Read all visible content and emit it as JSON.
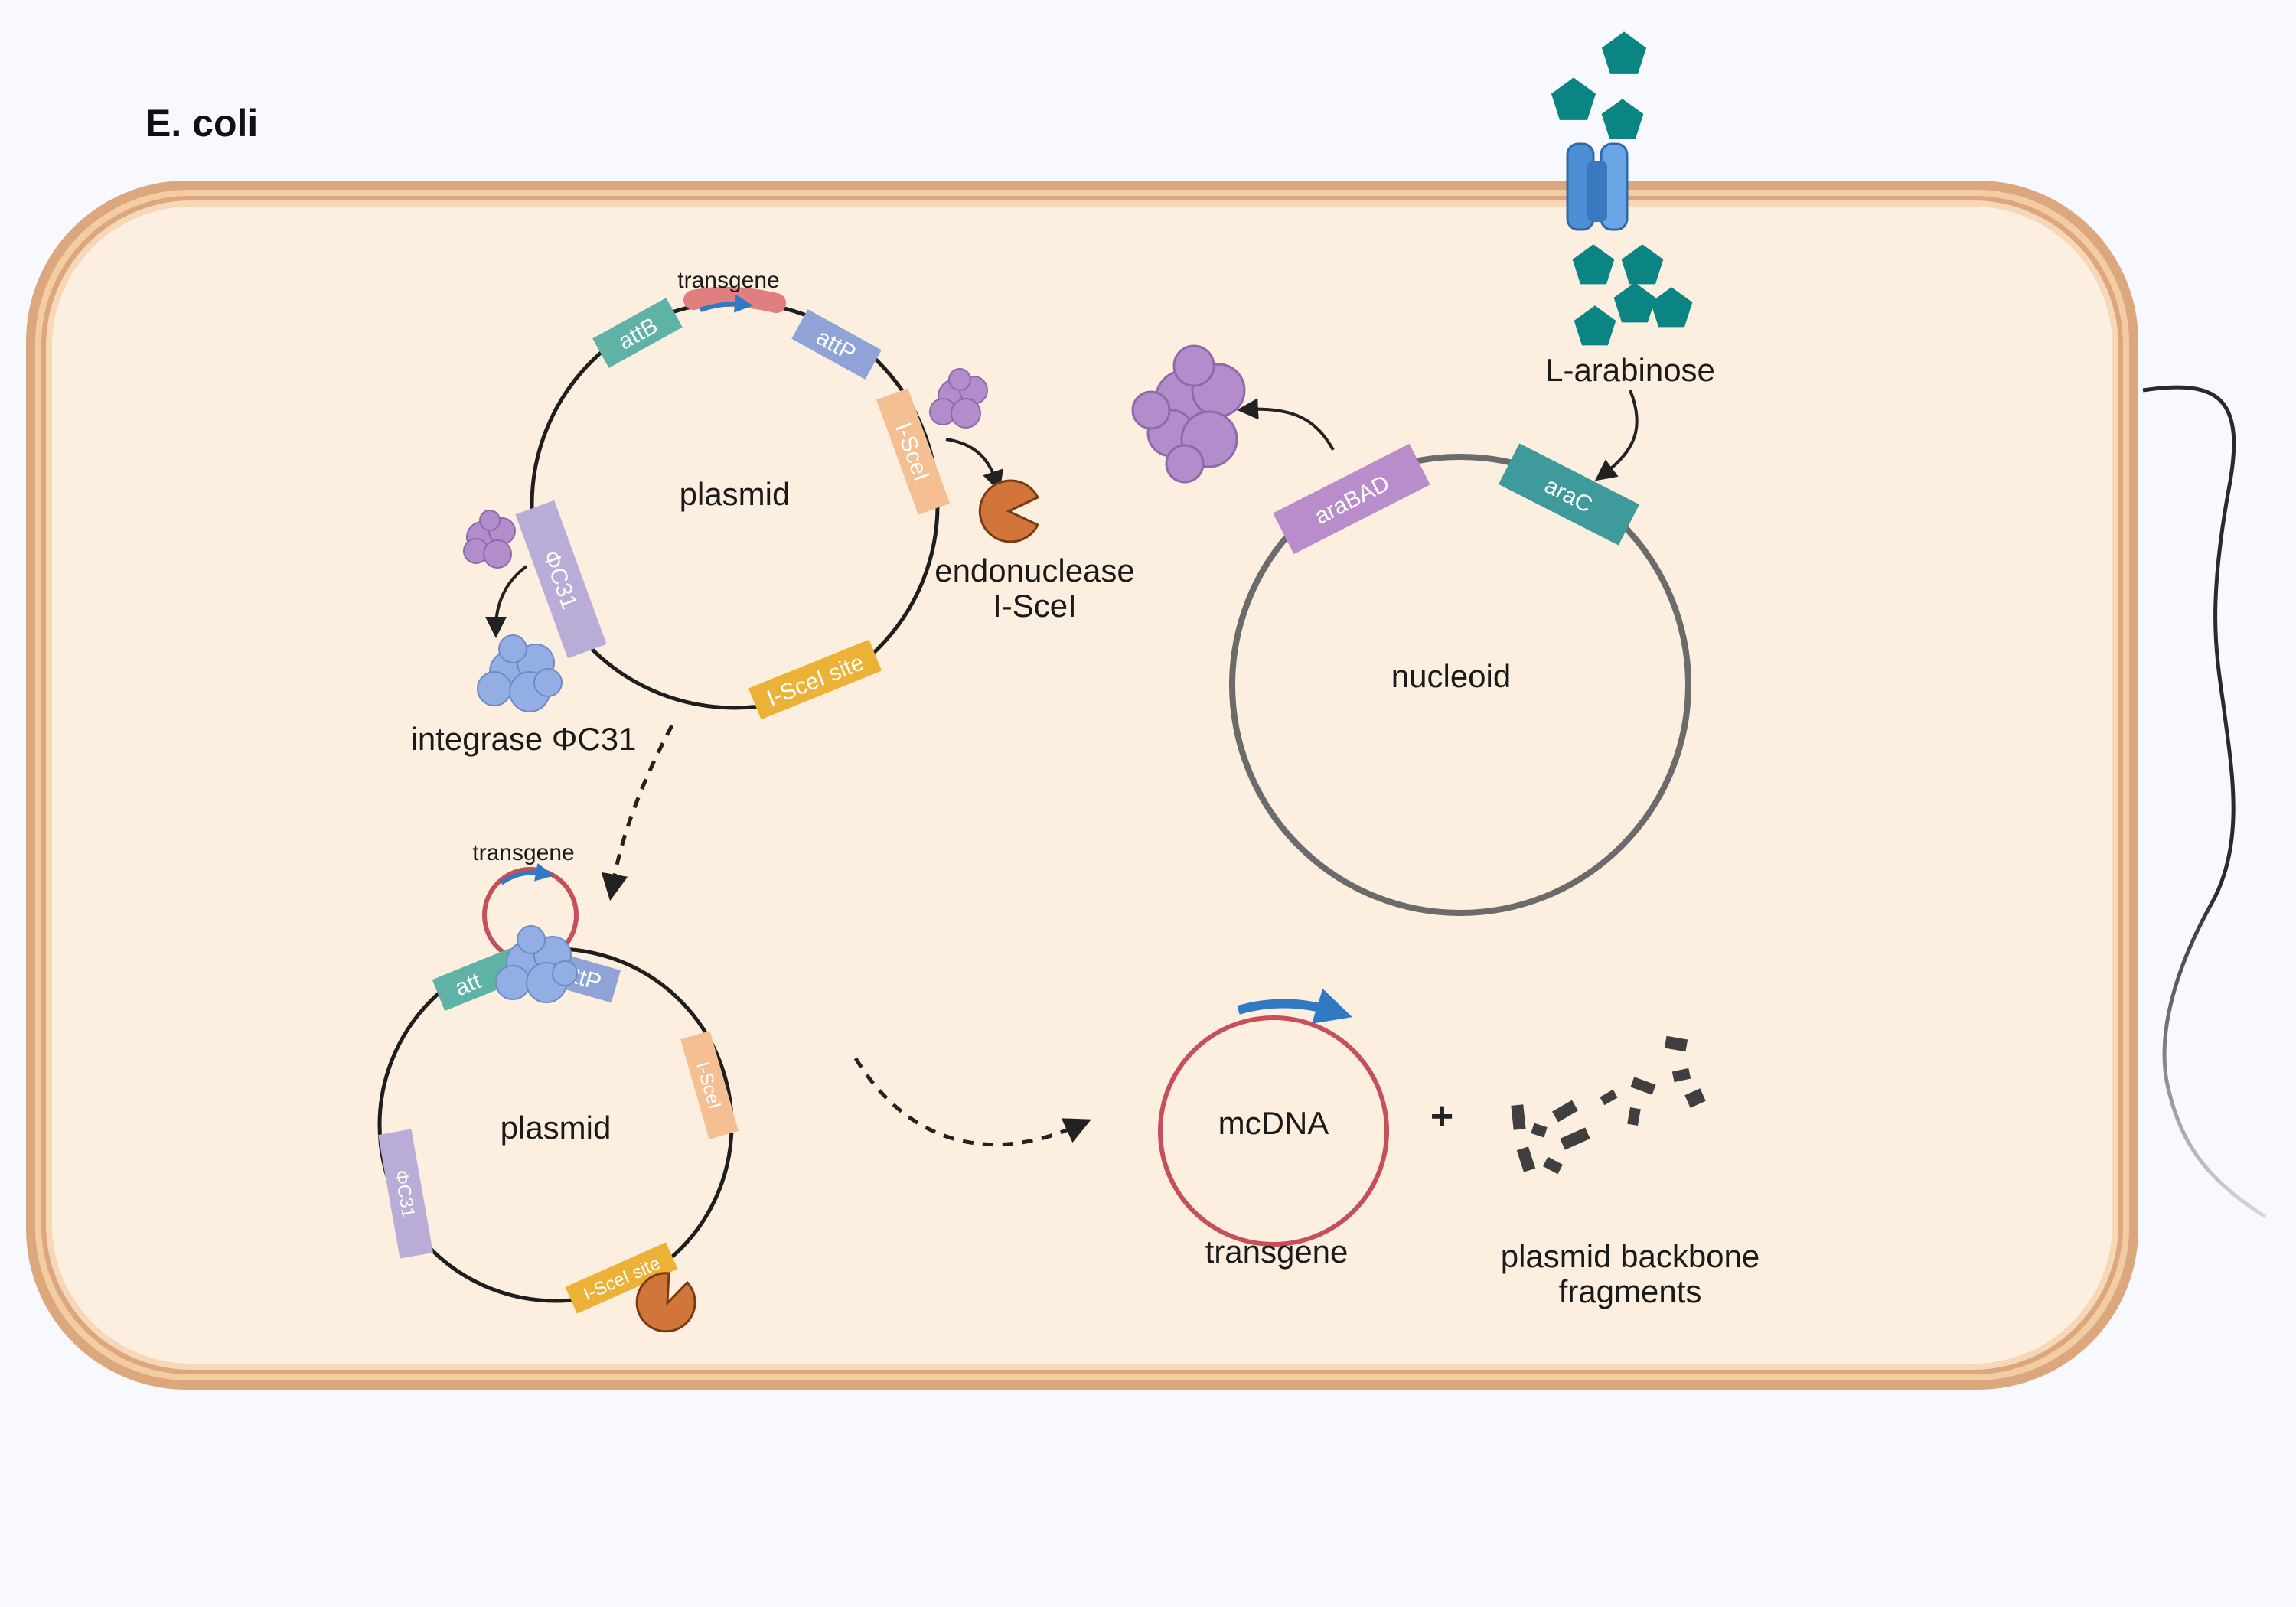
{
  "cell": {
    "title": "E. coli",
    "membrane_color": "#dca77c",
    "cytoplasm_color": "#fdefdf"
  },
  "plasmid_top": {
    "label": "plasmid",
    "transgene": "transgene",
    "attB": "attB",
    "attP": "attP",
    "iscei": "I-SceI",
    "iscei_site": "I-SceI site",
    "phic31": "ΦC31"
  },
  "enzymes": {
    "endonuclease_line1": "endonuclease",
    "endonuclease_line2": "I-SceI",
    "integrase": "integrase ΦC31"
  },
  "nucleoid": {
    "label": "nucleoid",
    "araBAD": "araBAD",
    "araC": "araC"
  },
  "inducer": {
    "label": "L-arabinose",
    "color": "#0b8584"
  },
  "plasmid_bottom": {
    "label": "plasmid",
    "transgene": "transgene",
    "attB_partial": "att",
    "attP_partial": "ttP",
    "iscei": "I-SceI",
    "iscei_site": "I-SceI site",
    "phic31": "ΦC31"
  },
  "products": {
    "mcdna": "mcDNA",
    "transgene": "transgene",
    "plus": "+",
    "fragments_line1": "plasmid backbone",
    "fragments_line2": "fragments"
  },
  "colors": {
    "attB": "#5fb3a6",
    "attP": "#8fa3d6",
    "iscei": "#f5bf94",
    "iscei_site": "#ecb237",
    "phic31": "#b9add8",
    "araBAD": "#b98ccb",
    "araC": "#3f9b9b",
    "enzyme": "#d2753a",
    "integrase": "#92aee3",
    "protein": "#b38ccb",
    "transgene": "#e07f7f",
    "arrow_blue": "#2f7ac2",
    "mcdna": "#c5505a"
  }
}
